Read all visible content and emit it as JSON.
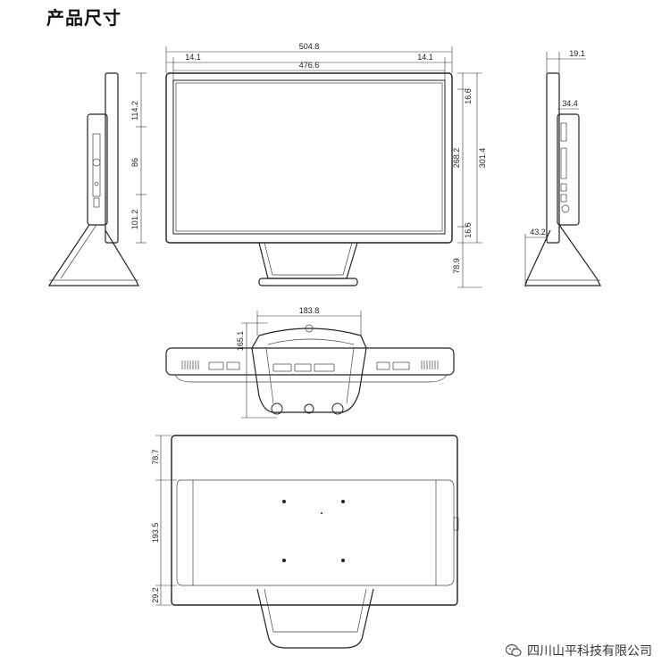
{
  "title": "产品尺寸",
  "dimensions": {
    "front": {
      "overall_width": "504.8",
      "left_margin": "14.1",
      "screen_width": "476.6",
      "right_margin": "14.1",
      "top_bezel": "16.6",
      "screen_height": "268.2",
      "overall_height": "301.4",
      "bottom_bezel": "16.6",
      "stand_height": "78.9"
    },
    "left_side": {
      "top_offset": "114.2",
      "middle": "86",
      "bottom_offset": "101.2"
    },
    "right_side": {
      "panel_depth": "19.1",
      "body_depth": "34.4",
      "tilt_offset": "43.2"
    },
    "bottom_view": {
      "stand_width": "183.8",
      "stand_depth": "165.1"
    },
    "rear_view": {
      "top": "78.7",
      "middle": "193.5",
      "bottom": "29.2"
    }
  },
  "watermark": "四川山平科技有限公司"
}
